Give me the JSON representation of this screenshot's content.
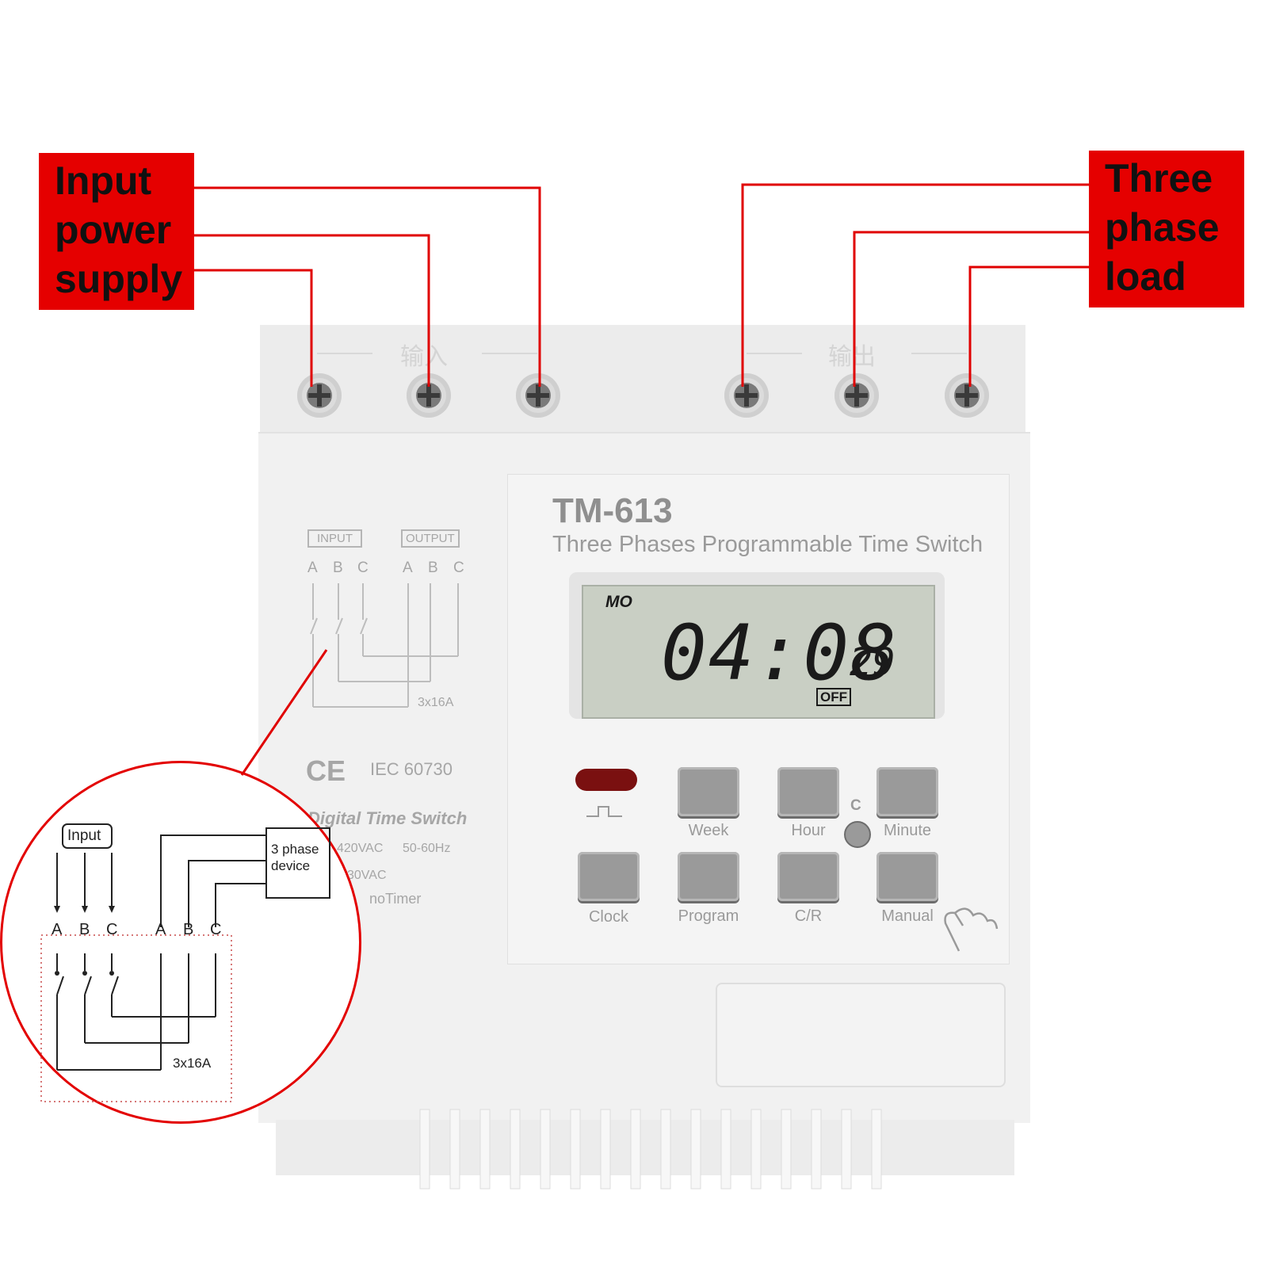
{
  "callouts": {
    "input_lines": [
      "Input",
      "power",
      "supply"
    ],
    "load_lines": [
      "Three",
      "phase",
      "load"
    ]
  },
  "device": {
    "top_label_input": "输入",
    "top_label_output": "输出",
    "model": "TM-613",
    "subtitle": "Three Phases Programmable Time Switch",
    "schematic": {
      "input_tag": "INPUT",
      "output_tag": "OUTPUT",
      "phase_letters": [
        "A",
        "B",
        "C"
      ],
      "rating": "3x16A"
    },
    "ce_mark": "CE",
    "standard": "IEC 60730",
    "italic_title": "Digital Time Switch",
    "voltage": "420VAC",
    "frequency": "50-60Hz",
    "voltage2": "30VAC",
    "brand_fragment": "noTimer"
  },
  "lcd": {
    "day": "MO",
    "time": "04:08",
    "seconds": "29",
    "status": "OFF"
  },
  "buttons": {
    "week": "Week",
    "hour": "Hour",
    "minute": "Minute",
    "clock": "Clock",
    "program": "Program",
    "cr": "C/R",
    "manual": "Manual",
    "c": "C"
  },
  "zoom_diagram": {
    "input_label": "Input",
    "device_label_lines": [
      "3 phase",
      "device"
    ],
    "phase_letters": [
      "A",
      "B",
      "C"
    ],
    "rating": "3x16A"
  },
  "colors": {
    "callout_red": "#e50000",
    "device_body": "#f1f1f1",
    "lcd_bg": "#c9cfc4",
    "button_grey": "#9a9a9a"
  }
}
